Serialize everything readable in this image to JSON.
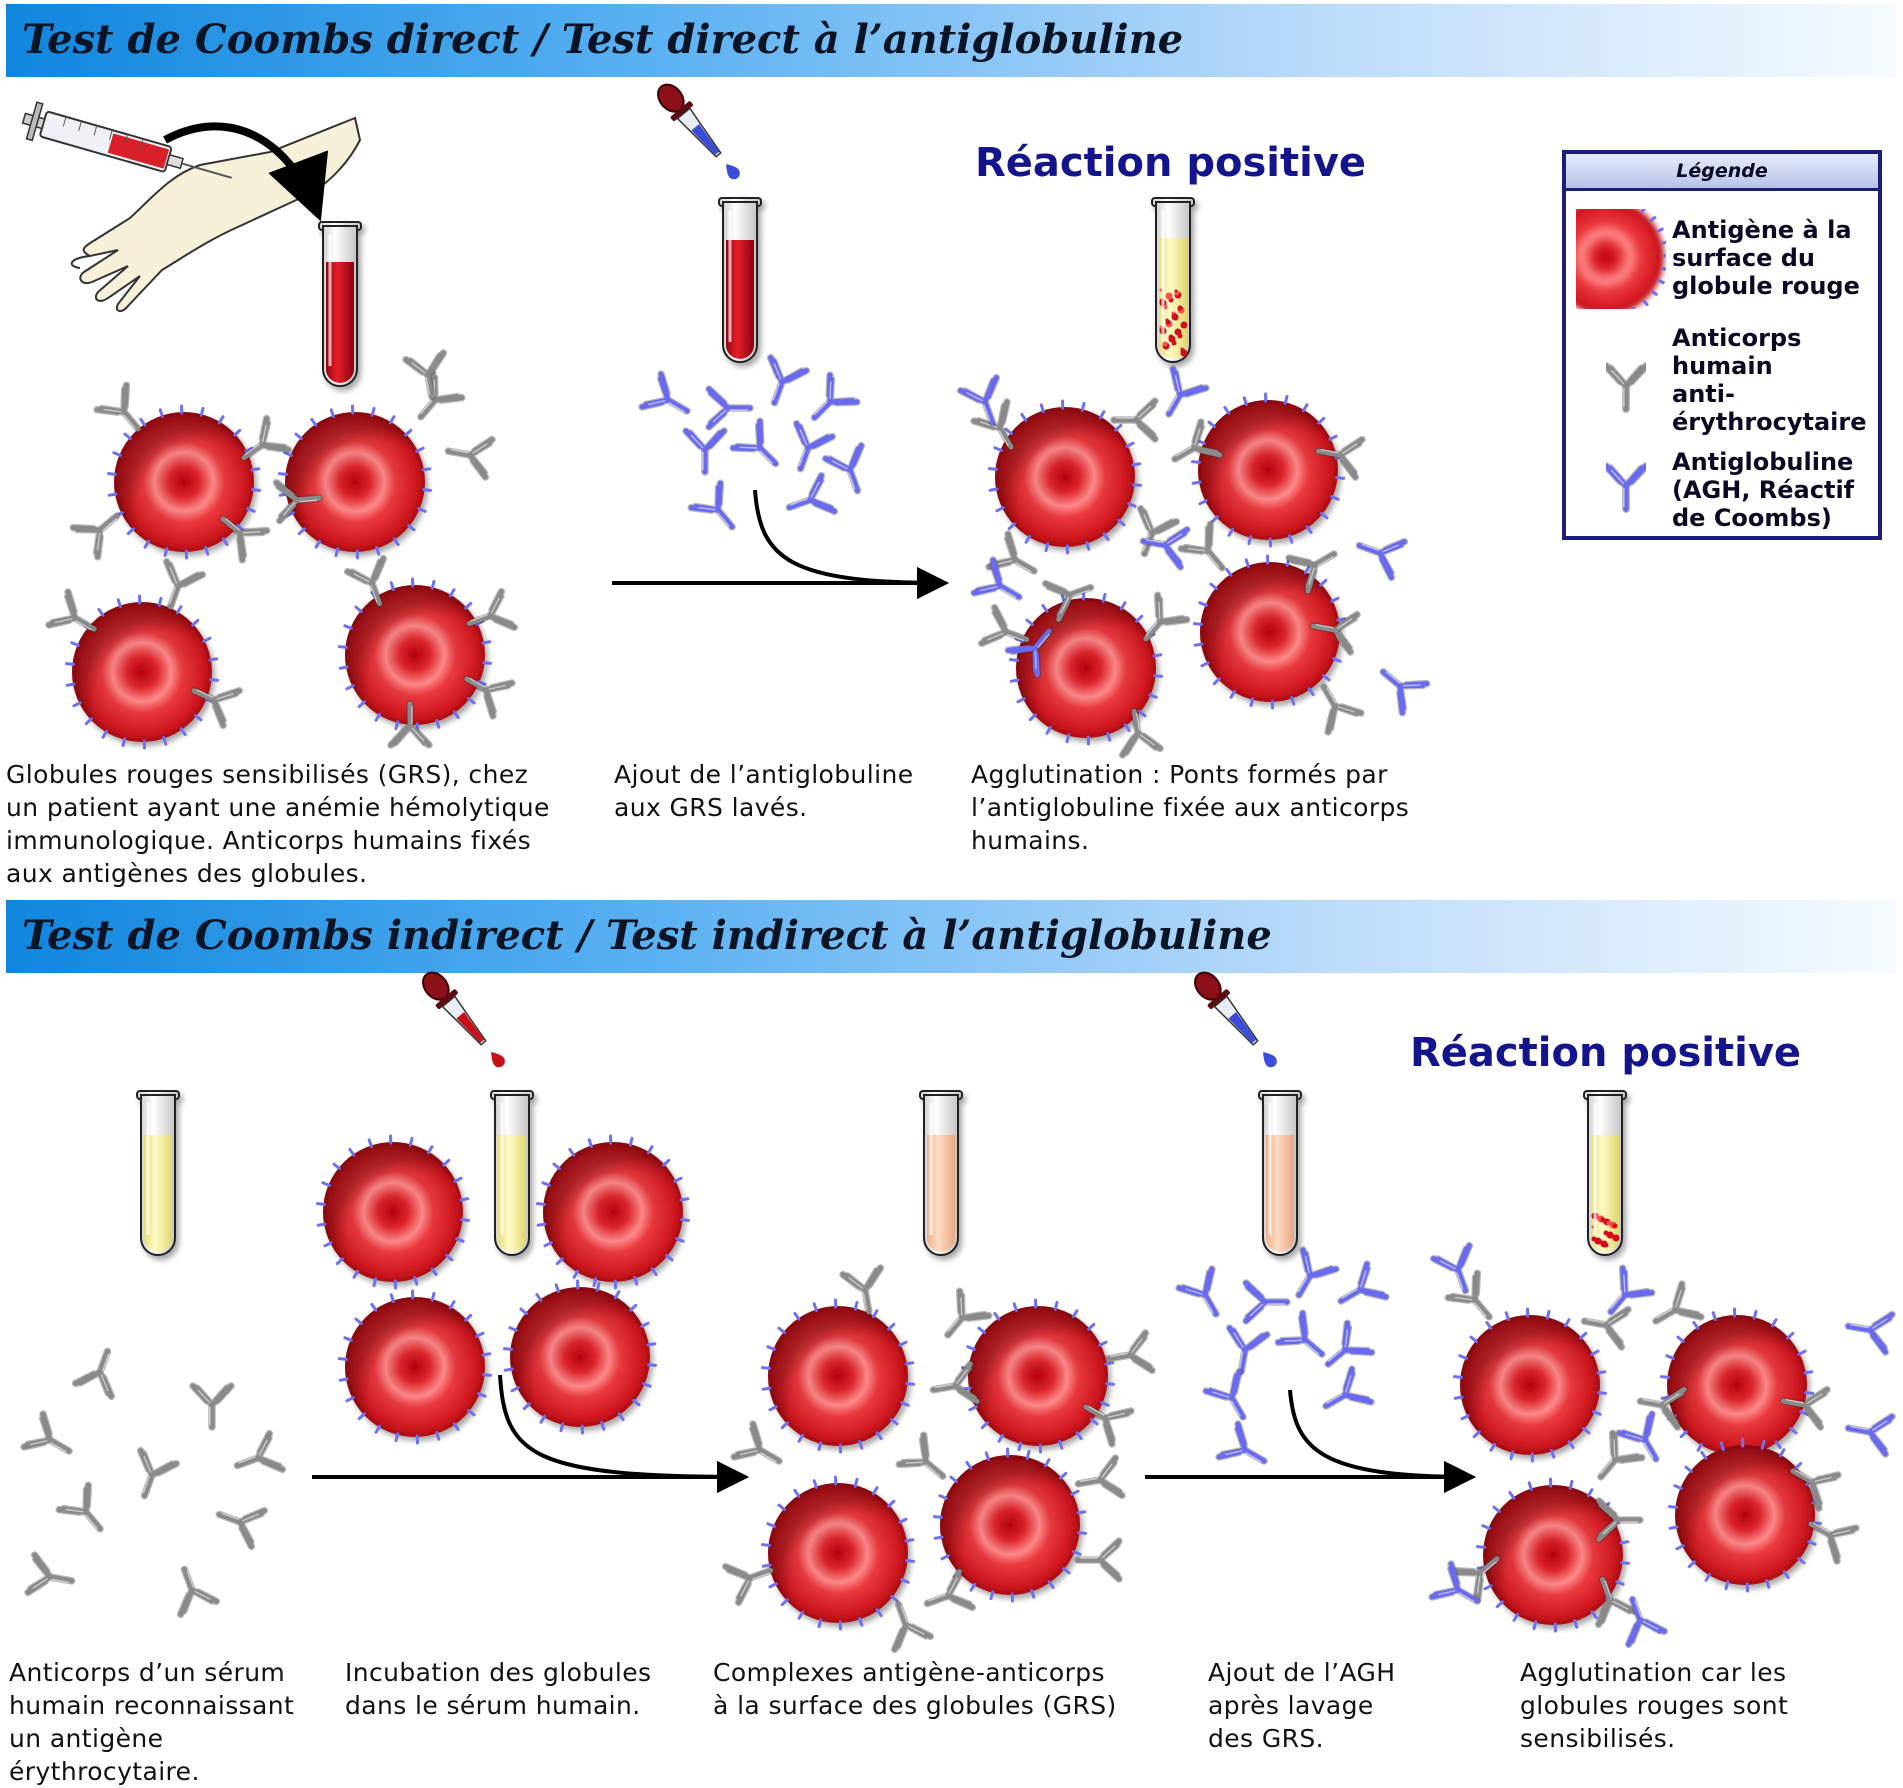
{
  "direct": {
    "title": "Test de Coombs direct / Test direct à l’antiglobuline",
    "reaction": "Réaction positive",
    "captions": [
      "Globules rouges sensibilisés (GRS), chez\nun patient ayant une anémie hémolytique\nimmunologique. Anticorps humains fixés\naux antigènes des globules.",
      "Ajout de l’antiglobuline\naux GRS lavés.",
      "Agglutination : Ponts formés par\nl’antiglobuline fixée aux anticorps\nhumains."
    ]
  },
  "indirect": {
    "title": "Test de Coombs indirect / Test indirect à l’antiglobuline",
    "reaction": "Réaction positive",
    "captions": [
      "Anticorps d’un sérum\nhumain reconnaissant\nun antigène\nérythrocytaire.",
      "Incubation des globules\ndans le sérum humain.",
      "Complexes antigène-anticorps\nà la surface des globules (GRS)",
      "Ajout de l’AGH\naprès lavage\ndes GRS.",
      "Agglutination car les\nglobules rouges sont\nsensibilisés."
    ]
  },
  "legend": {
    "title": "Légende",
    "items": [
      {
        "label": "Antigène à la\nsurface du\nglobule rouge",
        "icon": "red-blood-cell-icon"
      },
      {
        "label": "Anticorps\nhumain\nanti-\nérythrocytaire",
        "icon": "human-antibody-icon"
      },
      {
        "label": "Antiglobuline\n(AGH, Réactif\nde Coombs)",
        "icon": "antiglobulin-icon"
      }
    ]
  },
  "colors": {
    "banner": "#0f86de",
    "red_cell": "#d81c22",
    "antigen": "#6f6ff0",
    "human_antibody": "#8a8a8a",
    "antiglobulin": "#6a6af0",
    "reaction_text": "#14148c",
    "serum": "#f7f3a0",
    "blood": "#c8101a"
  }
}
